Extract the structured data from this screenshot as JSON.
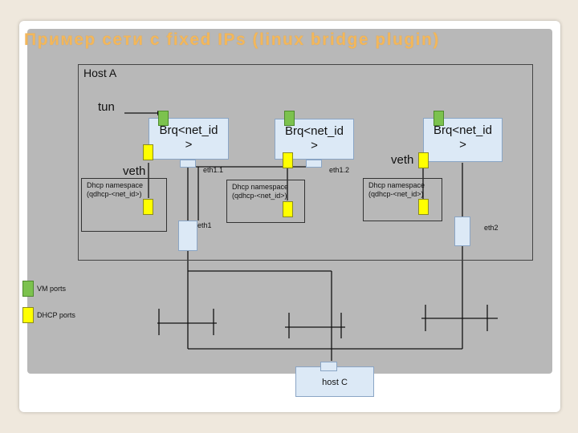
{
  "title": "Пример сети с fixed IPs (linux bridge plugin)",
  "host_a": {
    "label": "Host A"
  },
  "tun_label": "tun",
  "bridges": [
    {
      "line1": "Brq<net_id",
      "line2": ">"
    },
    {
      "line1": "Brq<net_id",
      "line2": ">"
    },
    {
      "line1": "Brq<net_id",
      "line2": ">"
    }
  ],
  "veth_labels": [
    "veth",
    "veth"
  ],
  "namespaces": [
    {
      "line1": "Dhcp namespace",
      "line2": "(qdhcp-<net_id>)"
    },
    {
      "line1": "Dhcp namespace",
      "line2": "(qdhcp-<net_id>)"
    },
    {
      "line1": "Dhcp namespace",
      "line2": "(qdhcp-<net_id>)"
    }
  ],
  "interfaces": {
    "eth1_1": "eth1.1",
    "eth1_2": "eth1.2",
    "eth1": "eth1",
    "eth2": "eth2"
  },
  "legend": {
    "vm_ports": "VM ports",
    "dhcp_ports": "DHCP ports"
  },
  "host_c": {
    "label": "host C"
  },
  "colors": {
    "title": "#f3b75a",
    "vm_port": "#7cc24e",
    "dhcp_port": "#ffff00",
    "box_fill": "#dce9f6",
    "panel": "#b8b8b8"
  }
}
